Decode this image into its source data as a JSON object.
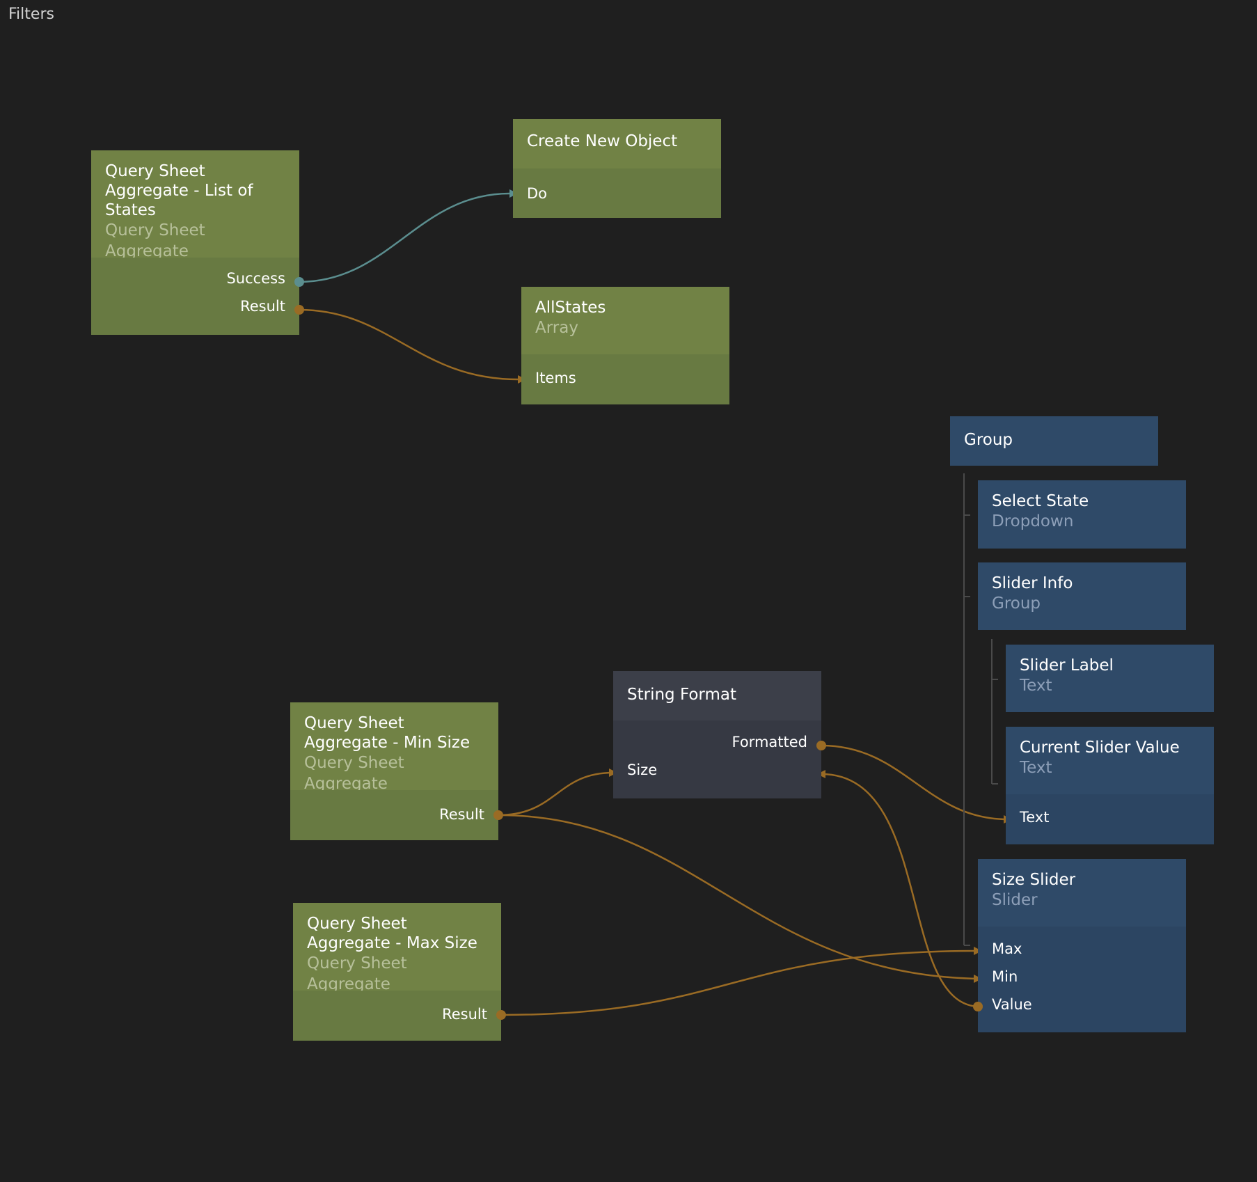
{
  "page": {
    "title": "Filters"
  },
  "colors": {
    "background": "#1f1f1f",
    "logic_node": "#718245",
    "ui_node": "#2f4a68",
    "function_node": "#3c3f49",
    "data_wire": "#9a6b24",
    "signal_wire": "#5b8e8f"
  },
  "nodes": {
    "query_states": {
      "title": "Query Sheet Aggregate - List of States",
      "type": "Query Sheet Aggregate",
      "ports": {
        "success": "Success",
        "result": "Result"
      }
    },
    "create_object": {
      "title": "Create New Object",
      "ports": {
        "do": "Do"
      }
    },
    "all_states": {
      "title": "AllStates",
      "type": "Array",
      "ports": {
        "items": "Items"
      }
    },
    "group": {
      "title": "Group"
    },
    "select_state": {
      "title": "Select State",
      "type": "Dropdown"
    },
    "slider_info": {
      "title": "Slider Info",
      "type": "Group"
    },
    "slider_label": {
      "title": "Slider Label",
      "type": "Text"
    },
    "current_value": {
      "title": "Current Slider Value",
      "type": "Text",
      "ports": {
        "text": "Text"
      }
    },
    "size_slider": {
      "title": "Size Slider",
      "type": "Slider",
      "ports": {
        "max": "Max",
        "min": "Min",
        "value": "Value"
      }
    },
    "string_format": {
      "title": "String Format",
      "ports": {
        "formatted": "Formatted",
        "size": "Size"
      }
    },
    "query_min": {
      "title": "Query Sheet Aggregate - Min Size",
      "type": "Query Sheet Aggregate",
      "ports": {
        "result": "Result"
      }
    },
    "query_max": {
      "title": "Query Sheet Aggregate - Max Size",
      "type": "Query Sheet Aggregate",
      "ports": {
        "result": "Result"
      }
    }
  }
}
